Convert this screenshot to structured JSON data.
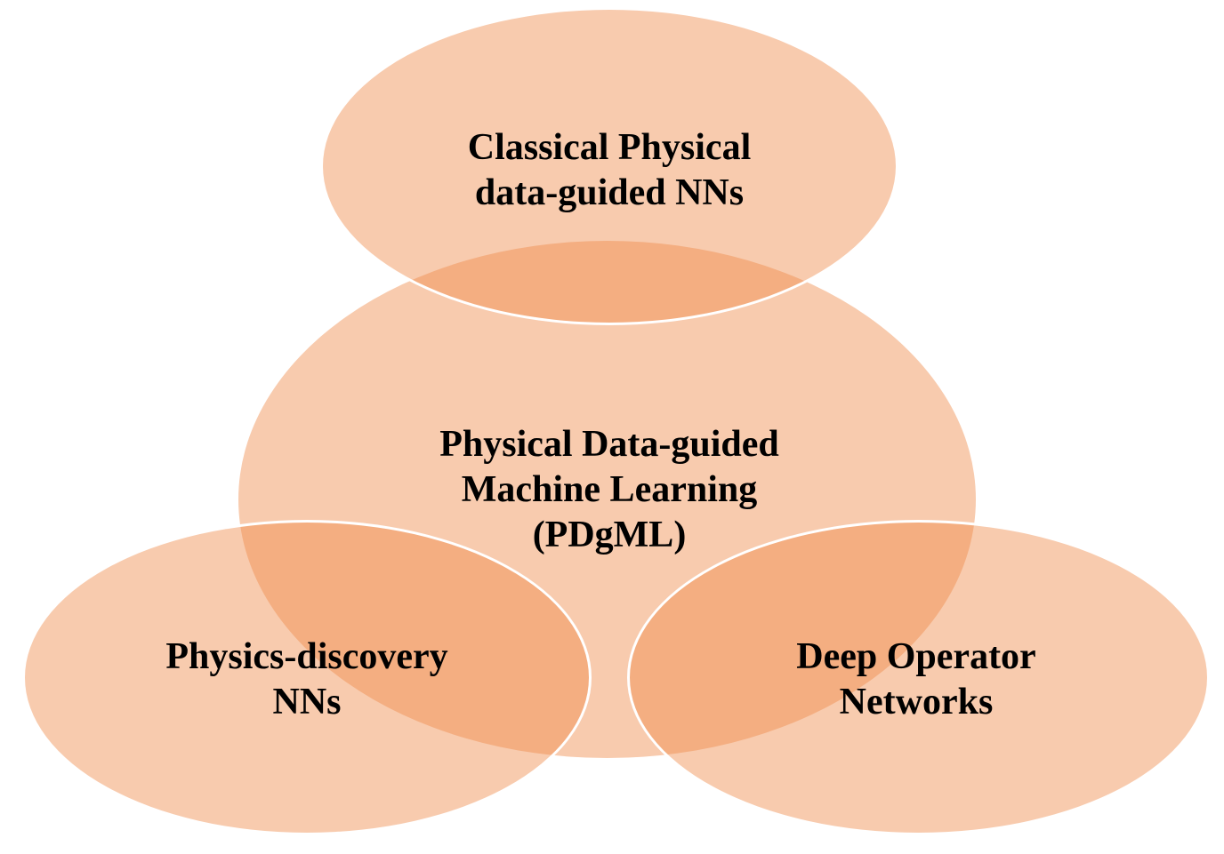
{
  "diagram": {
    "type": "venn-overlapping-ellipses",
    "colors": {
      "background": "#FFFFFF",
      "ellipse_fill": "#F08C4B",
      "ellipse_fill_opacity": "0.45",
      "overlap_tone": "#F0A874",
      "ellipse_border": "#FFFFFF",
      "text": "#000000"
    },
    "ellipses": {
      "center": {
        "id": "pdgml",
        "label": "Physical Data-guided\nMachine Learning\n(PDgML)"
      },
      "top": {
        "id": "classical-physical-data-guided-nns",
        "label": "Classical Physical\ndata-guided NNs"
      },
      "bottom_left": {
        "id": "physics-discovery-nns",
        "label": "Physics-discovery\nNNs"
      },
      "bottom_right": {
        "id": "deep-operator-networks",
        "label": "Deep Operator\nNetworks"
      }
    }
  }
}
